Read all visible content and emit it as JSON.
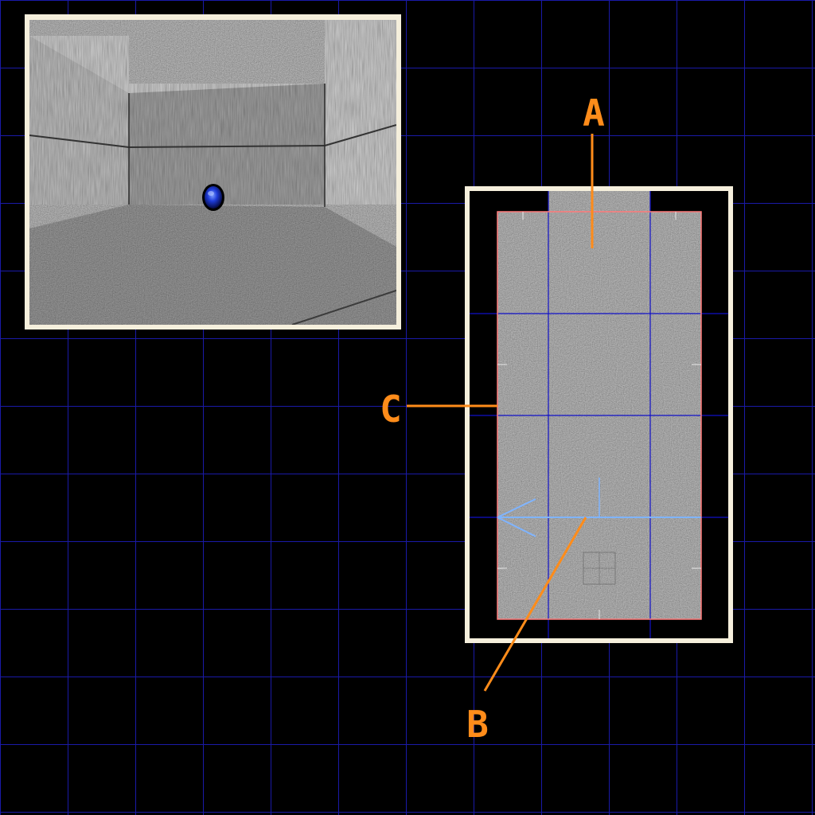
{
  "colors": {
    "background": "#000000",
    "grid": "#1a1aa8",
    "frame": "#f5efdc",
    "callout": "#ff8c1a",
    "linedef": "#ff7a7a",
    "sector_grid": "#1010c8",
    "player_arrow": "#7fb4ff",
    "thing_box": "#707070",
    "tick": "#e8e8e8"
  },
  "textures": {
    "floor": "noise-gray",
    "wall": "noise-gray-vertical",
    "thing": "blue-sphere"
  },
  "viewport": {
    "description_icon": "first-person-3d-view",
    "item_icon": "blue-armor-bonus-icon"
  },
  "map": {
    "player_heading": "west",
    "thing_icon": "thing-marker-icon"
  },
  "callouts": [
    {
      "id": "A",
      "label": "A"
    },
    {
      "id": "B",
      "label": "B"
    },
    {
      "id": "C",
      "label": "C"
    }
  ]
}
